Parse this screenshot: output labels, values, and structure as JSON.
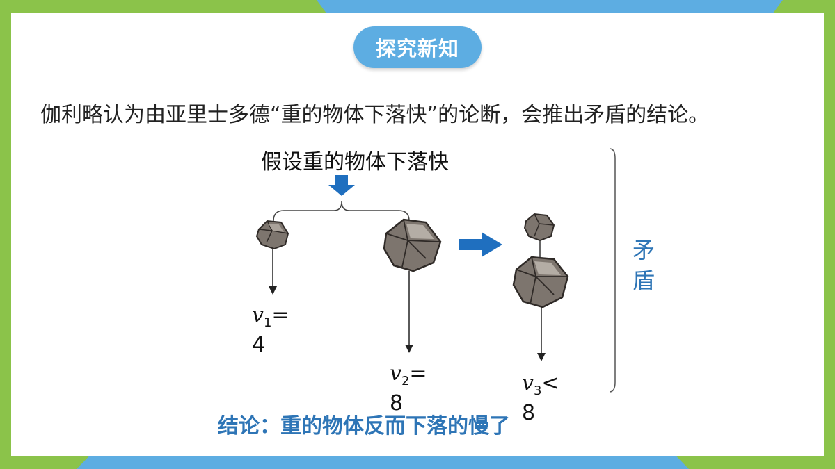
{
  "header": {
    "title": "探究新知"
  },
  "intro": {
    "text": "伽利略认为由亚里士多德“重的物体下落快”的论断，会推出矛盾的结论。"
  },
  "diagram": {
    "premise": "假设重的物体下落快",
    "side_label": "矛盾",
    "conclusion": "结论：重的物体反而下落的慢了",
    "velocities": [
      {
        "symbol": "v",
        "sub": "1",
        "op": "=",
        "value": "4"
      },
      {
        "symbol": "v",
        "sub": "2",
        "op": "=",
        "value": "8"
      },
      {
        "symbol": "v",
        "sub": "3",
        "op": "<",
        "value": "8"
      }
    ]
  },
  "colors": {
    "green_frame": "#8bc34a",
    "blue_accent": "#5dade2",
    "text_blue": "#2e75b6",
    "arrow_blue": "#1f6fbf"
  }
}
